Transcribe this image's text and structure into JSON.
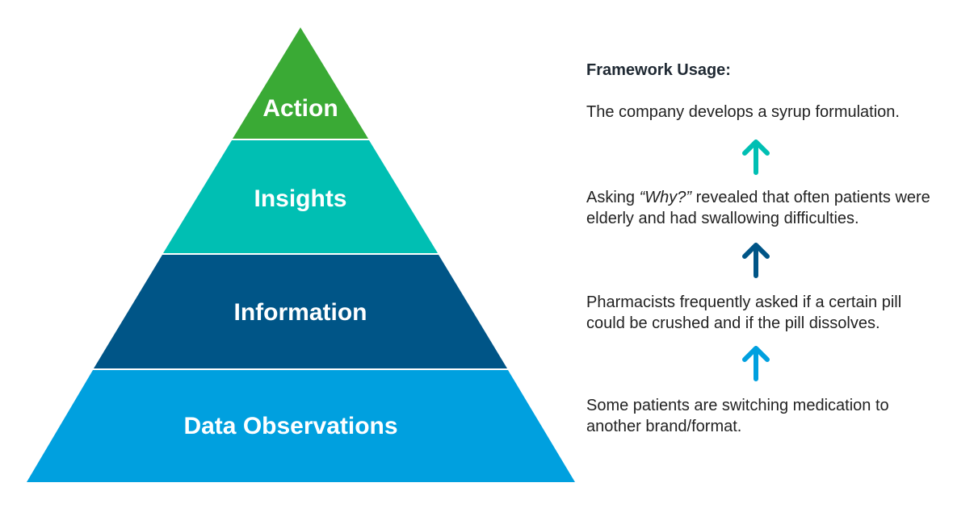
{
  "pyramid": {
    "tiers": [
      {
        "label": "Action",
        "color": "#3aaa35"
      },
      {
        "label": "Insights",
        "color": "#00bfb3"
      },
      {
        "label": "Information",
        "color": "#005587"
      },
      {
        "label": "Data Observations",
        "color": "#00a0df"
      }
    ]
  },
  "framework": {
    "heading": "Framework Usage:",
    "steps": {
      "action": "The company develops a syrup formulation.",
      "insights_prefix": "Asking ",
      "insights_emphasis": "“Why?”",
      "insights_suffix": " revealed that often patients were elderly and had swallowing difficulties.",
      "information": "Pharmacists frequently asked if a certain pill could be crushed and if the pill dissolves.",
      "observations": "Some patients are switching medication to another brand/format."
    },
    "arrows": [
      {
        "icon": "arrow-up-icon",
        "color": "#00bfb3"
      },
      {
        "icon": "arrow-up-icon",
        "color": "#005587"
      },
      {
        "icon": "arrow-up-icon",
        "color": "#00a0df"
      }
    ]
  }
}
